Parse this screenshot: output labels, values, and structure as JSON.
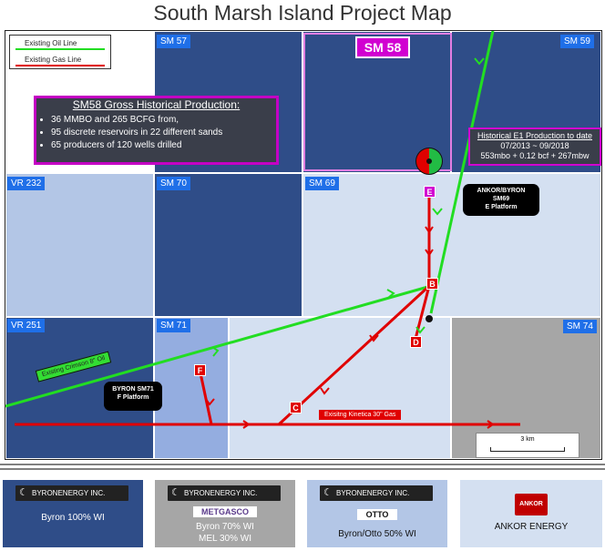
{
  "title": "South Marsh Island Project Map",
  "legend": {
    "oil": "Existing Oil Line",
    "gas": "Existing Gas Line"
  },
  "blocks": {
    "sm57": "SM 57",
    "sm58": "SM 58",
    "sm59": "SM 59",
    "vr232": "VR 232",
    "sm70": "SM 70",
    "sm69": "SM 69",
    "vr251": "VR 251",
    "sm71": "SM 71",
    "sm74": "SM 74"
  },
  "production": {
    "heading": "SM58 Gross Historical Production:",
    "bullets": [
      "36 MMBO and 265 BCFG from,",
      "95 discrete reservoirs in 22 different sands",
      "65 producers of 120 wells drilled"
    ]
  },
  "e1": {
    "line1": "Historical E1 Production to date",
    "line2": "07/2013 ~ 09/2018",
    "line3": "553mbo + 0.12 bcf + 267mbw"
  },
  "callouts": {
    "ankor_byron": {
      "line1": "ANKOR/BYRON",
      "line2": "SM69",
      "line3": "E Platform"
    },
    "byron_sm71": {
      "line1": "BYRON SM71",
      "line2": "F Platform"
    }
  },
  "pipelines": {
    "crimson": "Existing Crimson 8\" Oil",
    "kinetica": "Exisitng Kinetica 30\" Gas"
  },
  "nodes": {
    "e": "E",
    "b": "B",
    "d": "D",
    "c": "C",
    "f": "F"
  },
  "scale": "3 km",
  "owners": [
    {
      "logo": "BYRONENERGY INC.",
      "text": "Byron 100% WI"
    },
    {
      "logo": "BYRONENERGY INC.",
      "partner": "METGASCO",
      "text1": "Byron 70% WI",
      "text2": "MEL 30% WI"
    },
    {
      "logo": "BYRONENERGY INC.",
      "partner": "OTTO",
      "text": "Byron/Otto 50% WI"
    },
    {
      "logo": "ANKOR",
      "text": "ANKOR ENERGY"
    }
  ],
  "colors": {
    "oil": "#22dd22",
    "gas": "#e00000",
    "accent": "#d100d1",
    "dark_block": "#2f4d88",
    "light_block": "#d4e0f1"
  }
}
